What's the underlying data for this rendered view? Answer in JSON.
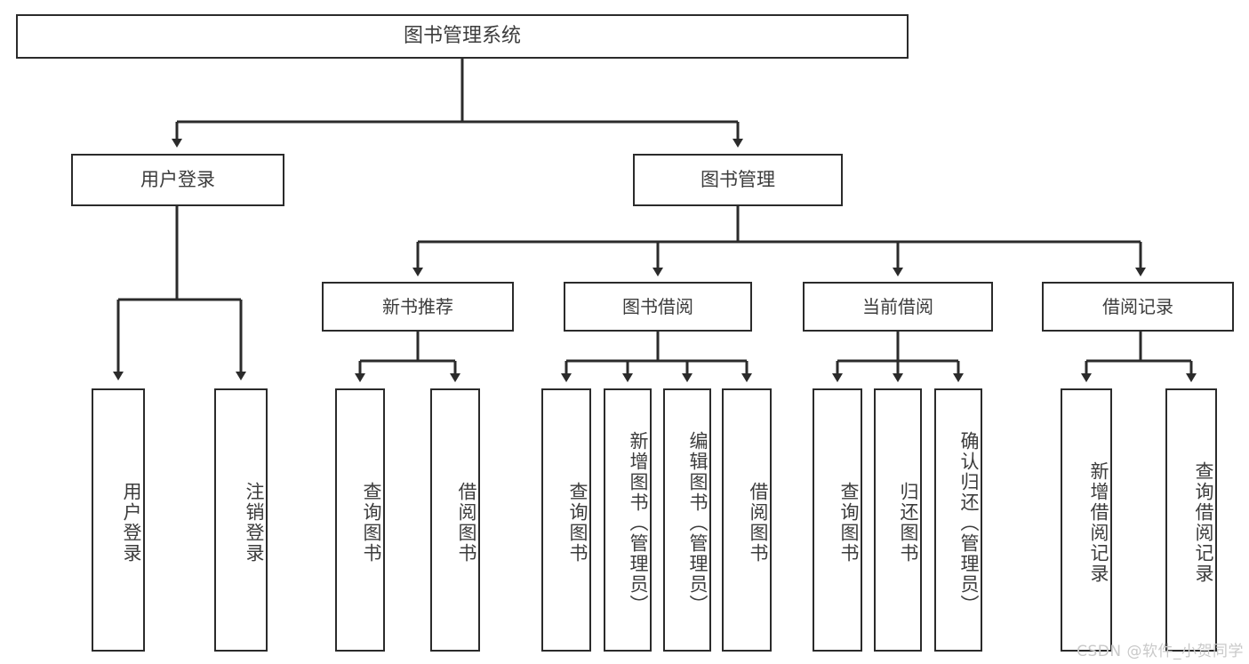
{
  "diagram": {
    "type": "tree-hierarchy",
    "title": "图书管理系统",
    "watermark": "CSDN @软件_小贺同学",
    "colors": {
      "box_border": "#2b2b2b",
      "box_fill": "#ffffff",
      "connector": "#2b2b2b",
      "text": "#3c3c3c",
      "watermark": "#c9c9c9"
    },
    "root": {
      "label": "图书管理系统"
    },
    "level1": [
      {
        "label": "用户登录"
      },
      {
        "label": "图书管理"
      }
    ],
    "level2": [
      {
        "label": "新书推荐"
      },
      {
        "label": "图书借阅"
      },
      {
        "label": "当前借阅"
      },
      {
        "label": "借阅记录"
      }
    ],
    "leaves": {
      "user_login": [
        {
          "label": "用户登录"
        },
        {
          "label": "注销登录"
        }
      ],
      "new_book_recommend": [
        {
          "label": "查询图书"
        },
        {
          "label": "借阅图书"
        }
      ],
      "book_borrow": [
        {
          "label": "查询图书"
        },
        {
          "label": "新增图书（管理员）"
        },
        {
          "label": "编辑图书（管理员）"
        },
        {
          "label": "借阅图书"
        }
      ],
      "current_borrow": [
        {
          "label": "查询图书"
        },
        {
          "label": "归还图书"
        },
        {
          "label": "确认归还（管理员）"
        }
      ],
      "borrow_record": [
        {
          "label": "新增借阅记录"
        },
        {
          "label": "查询借阅记录"
        }
      ]
    }
  }
}
